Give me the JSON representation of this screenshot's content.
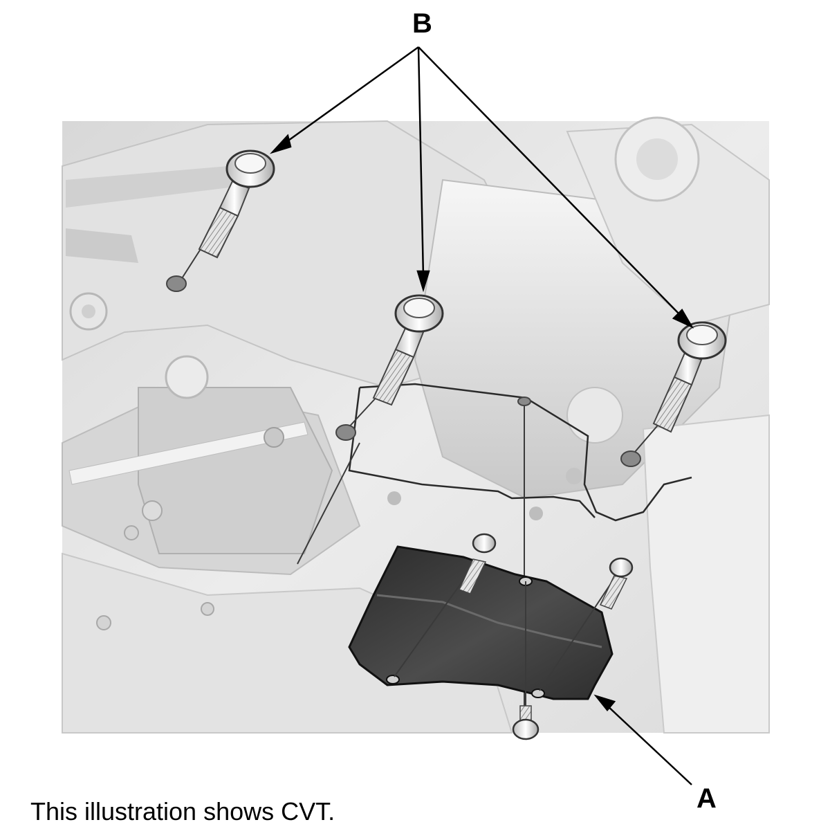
{
  "callouts": {
    "b": "B",
    "a": "A"
  },
  "caption": "This illustration shows CVT.",
  "colors": {
    "background_panel": "#e9e9e9",
    "engine_gray": "#cfcfcf",
    "cover_dark": "#3a3a3a",
    "line": "#000000"
  }
}
